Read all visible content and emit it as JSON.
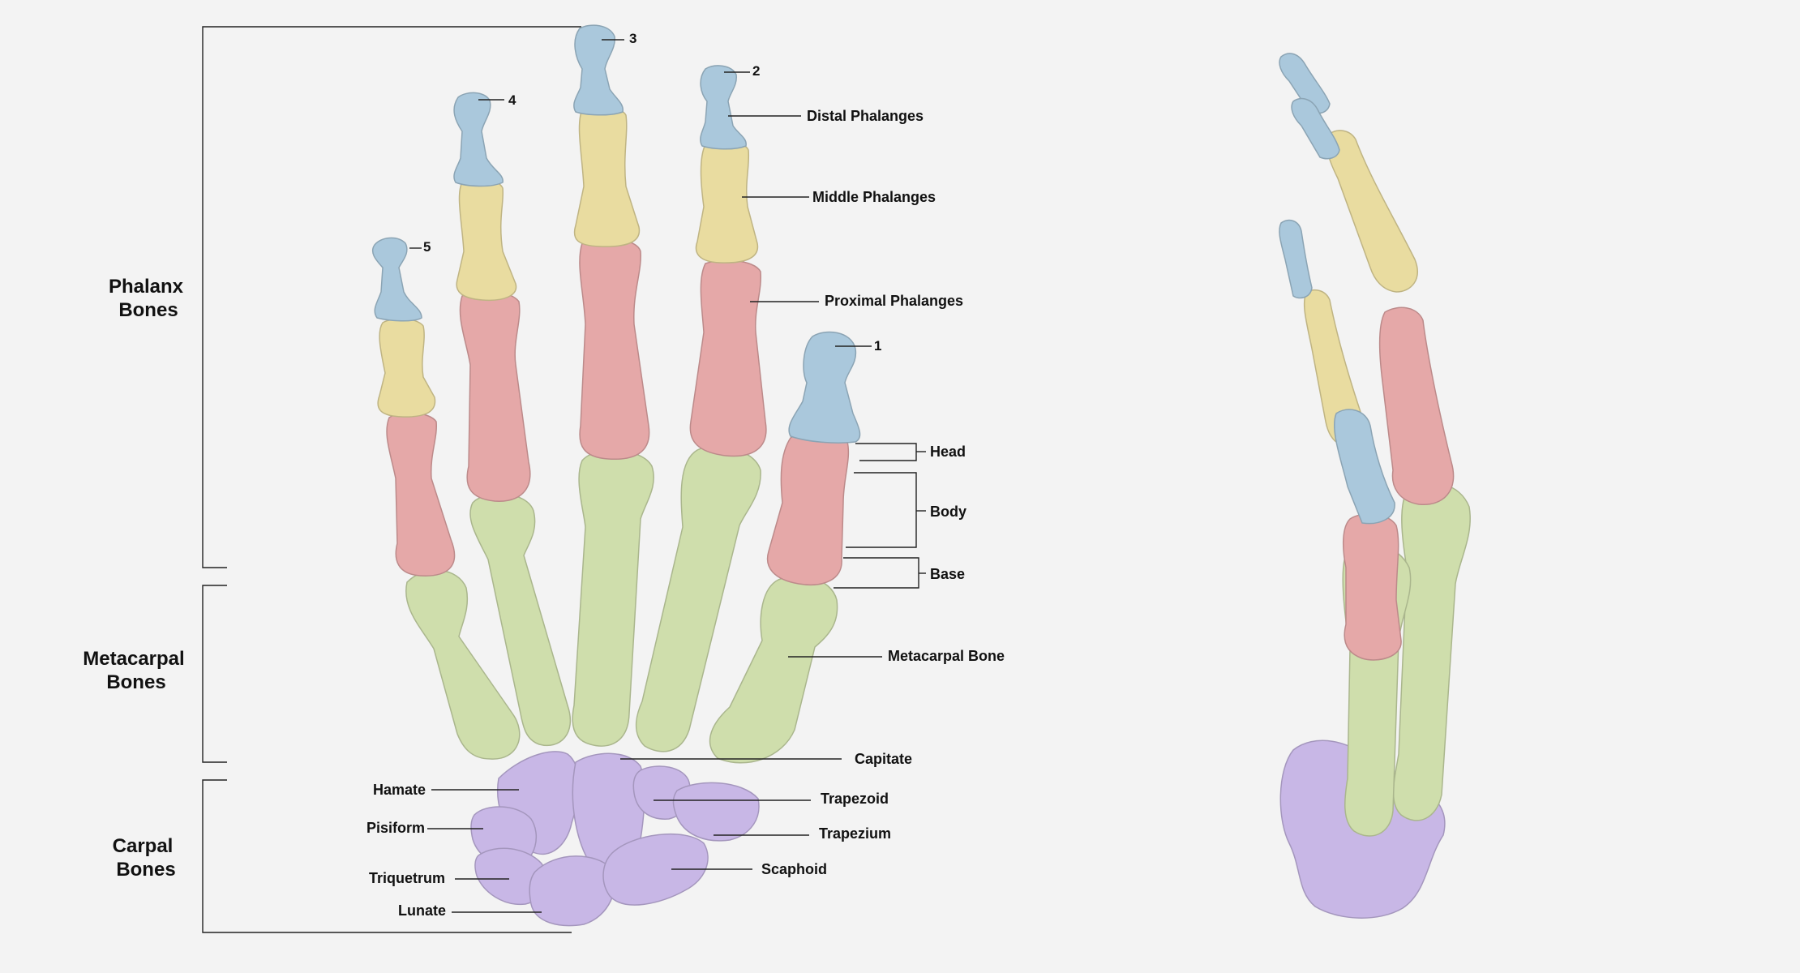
{
  "colors": {
    "distal": "#aac8dc",
    "middle": "#e9dca0",
    "proximal": "#e5a8a8",
    "metacarpal": "#cfdeac",
    "carpal": "#c8b7e6",
    "background": "#f3f3f3"
  },
  "groups": {
    "phalanx": [
      "Phalanx",
      "Bones"
    ],
    "metacarpal": [
      "Metacarpal",
      "Bones"
    ],
    "carpal": [
      "Carpal",
      "Bones"
    ]
  },
  "labels": {
    "distal_phalanges": "Distal Phalanges",
    "middle_phalanges": "Middle Phalanges",
    "proximal_phalanges": "Proximal Phalanges",
    "head": "Head",
    "body": "Body",
    "base": "Base",
    "metacarpal_bone": "Metacarpal Bone",
    "capitate": "Capitate",
    "hamate": "Hamate",
    "trapezoid": "Trapezoid",
    "pisiform": "Pisiform",
    "trapezium": "Trapezium",
    "triquetrum": "Triquetrum",
    "scaphoid": "Scaphoid",
    "lunate": "Lunate"
  },
  "finger_numbers": {
    "thumb": "1",
    "index": "2",
    "middle": "3",
    "ring": "4",
    "little": "5"
  }
}
